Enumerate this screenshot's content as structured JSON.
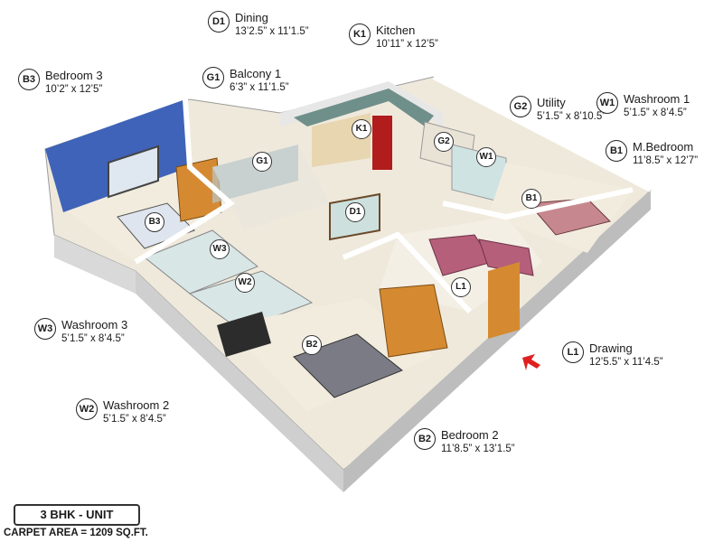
{
  "legend": [
    {
      "code": "D1",
      "name": "Dining",
      "dim": "13’2.5” x 11’1.5”"
    },
    {
      "code": "K1",
      "name": "Kitchen",
      "dim": "10’11” x 12’5”"
    },
    {
      "code": "B3",
      "name": "Bedroom 3",
      "dim": "10’2” x 12’5”"
    },
    {
      "code": "G1",
      "name": "Balcony 1",
      "dim": "6’3” x 11’1.5”"
    },
    {
      "code": "G2",
      "name": "Utility",
      "dim": "5’1.5” x 8’10.5”"
    },
    {
      "code": "W1",
      "name": "Washroom 1",
      "dim": "5’1.5” x 8’4.5”"
    },
    {
      "code": "B1",
      "name": "M.Bedroom",
      "dim": "11’8.5” x 12’7”"
    },
    {
      "code": "W3",
      "name": "Washroom 3",
      "dim": "5’1.5” x 8’4.5”"
    },
    {
      "code": "L1",
      "name": "Drawing",
      "dim": "12’5.5” x 11’4.5”"
    },
    {
      "code": "W2",
      "name": "Washroom 2",
      "dim": "5’1.5” x 8’4.5”"
    },
    {
      "code": "B2",
      "name": "Bedroom 2",
      "dim": "11’8.5” x 13’1.5”"
    }
  ],
  "markers": [
    "K1",
    "G2",
    "W1",
    "G1",
    "B1",
    "D1",
    "B3",
    "W3",
    "W2",
    "L1",
    "B2"
  ],
  "unit_label": "3 BHK - UNIT",
  "carpet_area": "CARPET AREA = 1209 SQ.FT.",
  "colors": {
    "wall": "#f4f4f4",
    "floor": "#efe9dc",
    "accent_wall": "#3f63b8",
    "wood": "#d58a32",
    "entry_arrow": "#e02020"
  }
}
